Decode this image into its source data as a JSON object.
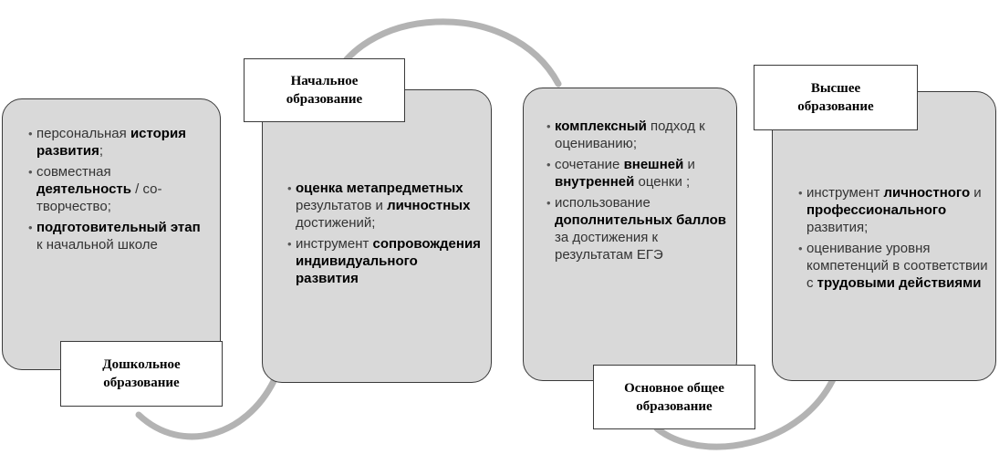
{
  "colors": {
    "card_fill": "#d9d9d9",
    "connector": "#b3b3b3",
    "label_fill": "#ffffff",
    "border": "#3a3a3a"
  },
  "labels": {
    "preschool": [
      "Дошкольное",
      "образование"
    ],
    "primary": [
      "Начальное",
      "образование"
    ],
    "basic": [
      "Основное общее",
      "образование"
    ],
    "higher": [
      "Высшее",
      "образование"
    ]
  },
  "cards": {
    "preschool": [
      [
        {
          "t": "персональная ",
          "b": false
        },
        {
          "t": "история развития",
          "b": true
        },
        {
          "t": ";",
          "b": false
        }
      ],
      [
        {
          "t": "совместная ",
          "b": false
        },
        {
          "t": "деятельность",
          "b": true
        },
        {
          "t": " / со-творчество;",
          "b": false
        }
      ],
      [
        {
          "t": "подготовительный этап",
          "b": true
        },
        {
          "t": " к начальной школе",
          "b": false
        }
      ]
    ],
    "primary": [
      [
        {
          "t": "оценка метапредметных",
          "b": true
        },
        {
          "t": " результатов и ",
          "b": false
        },
        {
          "t": "личностных",
          "b": true
        },
        {
          "t": " достижений;",
          "b": false
        }
      ],
      [
        {
          "t": "инструмент ",
          "b": false
        },
        {
          "t": "сопровождения индивидуального развития",
          "b": true
        }
      ]
    ],
    "basic": [
      [
        {
          "t": "комплексный",
          "b": true
        },
        {
          "t": " подход к оцениванию;",
          "b": false
        }
      ],
      [
        {
          "t": "сочетание ",
          "b": false
        },
        {
          "t": "внешней",
          "b": true
        },
        {
          "t": " и ",
          "b": false
        },
        {
          "t": "внутренней",
          "b": true
        },
        {
          "t": " оценки ;",
          "b": false
        }
      ],
      [
        {
          "t": "использование ",
          "b": false
        },
        {
          "t": "дополнительных баллов",
          "b": true
        },
        {
          "t": " за достижения к результатам ЕГЭ",
          "b": false
        }
      ]
    ],
    "higher": [
      [
        {
          "t": "инструмент ",
          "b": false
        },
        {
          "t": "личностного",
          "b": true
        },
        {
          "t": " и ",
          "b": false
        },
        {
          "t": "профессионального",
          "b": true
        },
        {
          "t": " развития;",
          "b": false
        }
      ],
      [
        {
          "t": "оценивание уровня компетенций в соответствии с ",
          "b": false
        },
        {
          "t": "трудовыми действиями",
          "b": true
        }
      ]
    ]
  }
}
